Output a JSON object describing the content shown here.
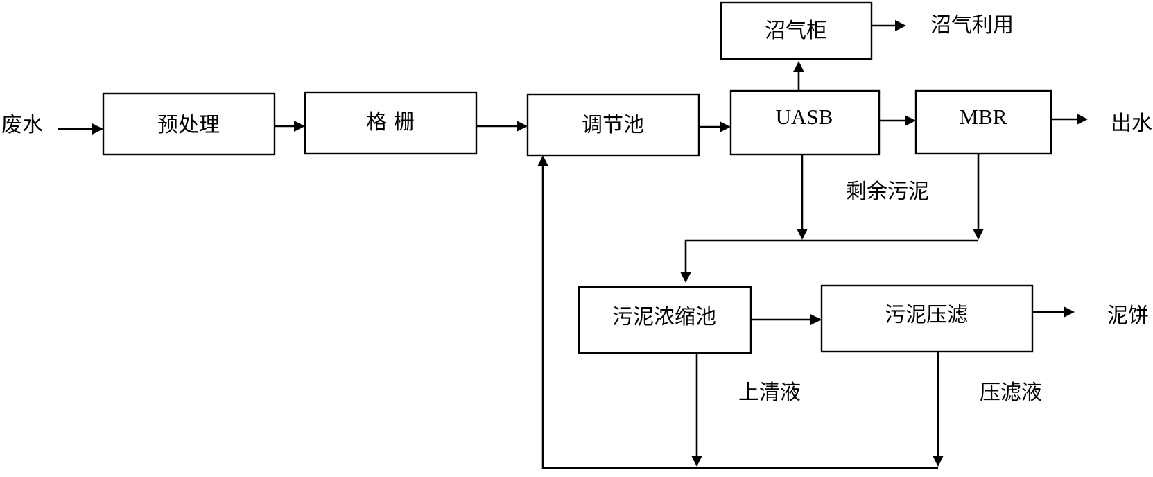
{
  "nodes": {
    "pretreatment": "预处理",
    "grille": "格 栅",
    "equalization_tank": "调节池",
    "uasb": "UASB",
    "mbr": "MBR",
    "biogas_holder": "沼气柜",
    "sludge_thickener": "污泥浓缩池",
    "sludge_press": "污泥压滤"
  },
  "labels": {
    "wastewater": "废水",
    "effluent": "出水",
    "biogas_use": "沼气利用",
    "excess_sludge": "剩余污泥",
    "sludge_cake": "泥饼",
    "supernatant": "上清液",
    "filtrate": "压滤液"
  }
}
